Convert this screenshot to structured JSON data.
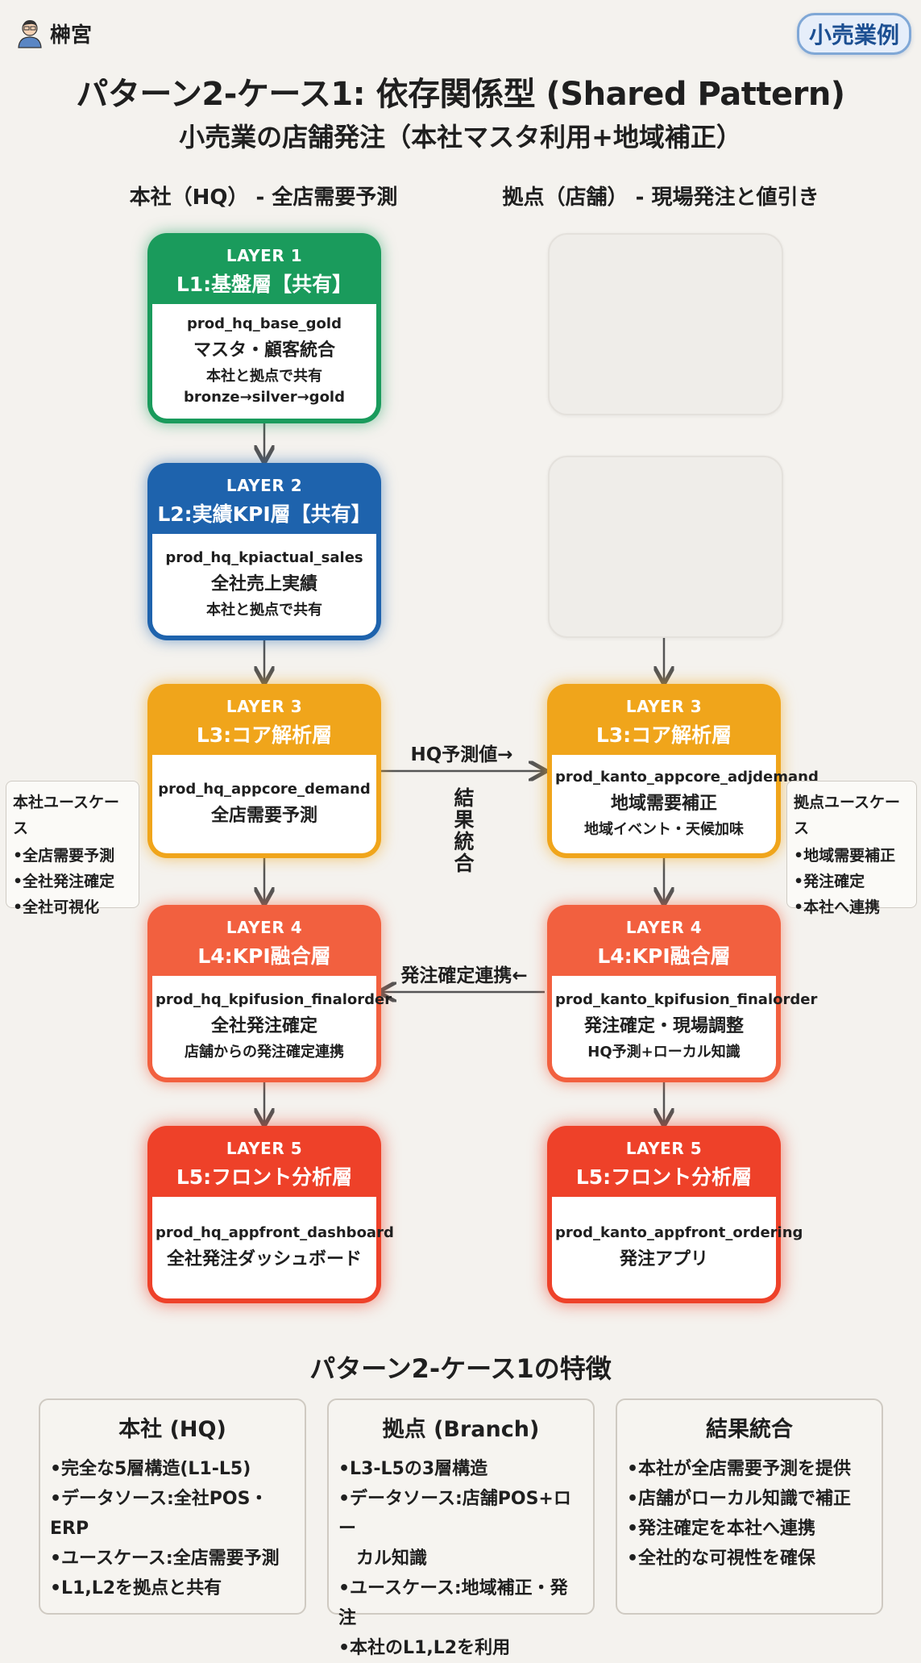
{
  "brand": {
    "name": "榊宮",
    "avatar_icon": "person-avatar-icon"
  },
  "tag": "小売業例",
  "title": "パターン2-ケース1: 依存関係型 (Shared Pattern)",
  "subtitle": "小売業の店舗発注（本社マスタ利用+地域補正）",
  "columns": {
    "hq": "本社（HQ） - 全店需要予測",
    "branch": "拠点（店舗） - 現場発注と値引き"
  },
  "hq_layers": [
    {
      "num": "LAYER 1",
      "name": "L1:基盤層【共有】",
      "table": "prod_hq_base_gold",
      "desc": "マスタ・顧客統合",
      "sub1": "本社と拠点で共有",
      "sub2": "bronze→silver→gold"
    },
    {
      "num": "LAYER 2",
      "name": "L2:実績KPI層【共有】",
      "table": "prod_hq_kpiactual_sales",
      "desc": "全社売上実績",
      "sub1": "本社と拠点で共有"
    },
    {
      "num": "LAYER 3",
      "name": "L3:コア解析層",
      "table": "prod_hq_appcore_demand",
      "desc": "全店需要予測"
    },
    {
      "num": "LAYER 4",
      "name": "L4:KPI融合層",
      "table": "prod_hq_kpifusion_finalorder",
      "desc": "全社発注確定",
      "sub1": "店舗からの発注確定連携"
    },
    {
      "num": "LAYER 5",
      "name": "L5:フロント分析層",
      "table": "prod_hq_appfront_dashboard",
      "desc": "全社発注ダッシュボード"
    }
  ],
  "branch_layers": [
    {
      "num": "LAYER 3",
      "name": "L3:コア解析層",
      "table": "prod_kanto_appcore_adjdemand",
      "desc": "地域需要補正",
      "sub1": "地域イベント・天候加味"
    },
    {
      "num": "LAYER 4",
      "name": "L4:KPI融合層",
      "table": "prod_kanto_kpifusion_finalorder",
      "desc": "発注確定・現場調整",
      "sub1": "HQ予測+ローカル知識"
    },
    {
      "num": "LAYER 5",
      "name": "L5:フロント分析層",
      "table": "prod_kanto_appfront_ordering",
      "desc": "発注アプリ"
    }
  ],
  "flows": {
    "hq_to_branch": "HQ予測値→",
    "merge": "結果統合",
    "branch_to_hq": "発注確定連携←"
  },
  "usecases": {
    "hq": {
      "title": "本社ユースケース",
      "items": [
        "•全店需要予測",
        "•全社発注確定",
        "•全社可視化"
      ]
    },
    "branch": {
      "title": "拠点ユースケース",
      "items": [
        "•地域需要補正",
        "•発注確定",
        "•本社へ連携"
      ]
    }
  },
  "features": {
    "title": "パターン2-ケース1の特徴",
    "cards": [
      {
        "title": "本社 (HQ)",
        "items": [
          "•完全な5層構造(L1-L5)",
          "•データソース:全社POS・ERP",
          "•ユースケース:全店需要予測",
          "•L1,L2を拠点と共有"
        ]
      },
      {
        "title": "拠点 (Branch)",
        "items": [
          "•L3-L5の3層構造",
          "•データソース:店舗POS+ロー",
          "　カル知識",
          "•ユースケース:地域補正・発注",
          "•本社のL1,L2を利用"
        ]
      },
      {
        "title": "結果統合",
        "items": [
          "•本社が全店需要予測を提供",
          "•店舗がローカル知識で補正",
          "•発注確定を本社へ連携",
          "•全社的な可視性を確保"
        ]
      }
    ]
  },
  "colors": {
    "l1": "#1a9b5c",
    "l2": "#1e63ad",
    "l3": "#f0a51b",
    "l4": "#f2603f",
    "l5": "#ee4129"
  }
}
